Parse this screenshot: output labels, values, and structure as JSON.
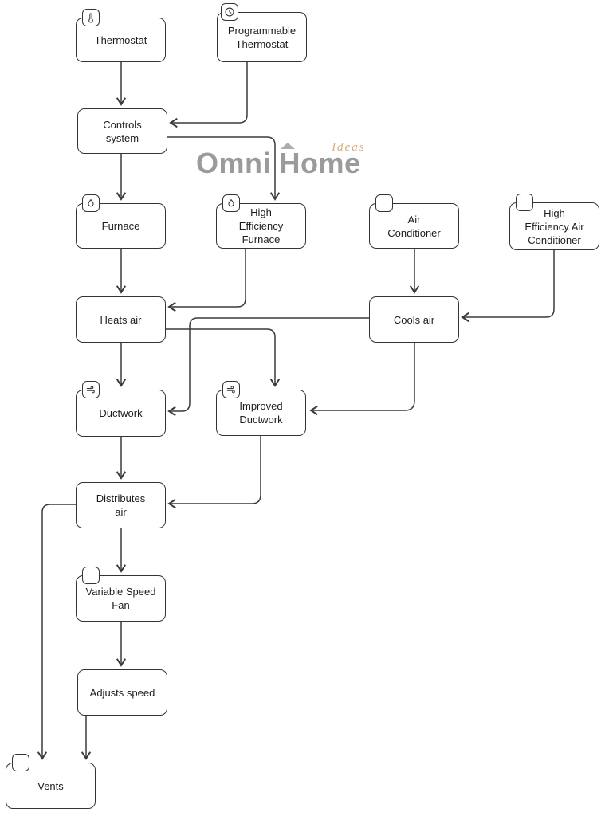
{
  "watermark": {
    "brand_word1": "Omni",
    "brand_word2": "Home",
    "tagline": "Ideas"
  },
  "colors": {
    "background": "#ffffff",
    "node_fill": "#ffffff",
    "node_border": "#343434",
    "edge_line": "#3a3a3a",
    "watermark_brand": "#9b9b9b",
    "watermark_tagline": "#d8ac80"
  },
  "nodes": [
    {
      "id": "thermostat",
      "label": "Thermostat",
      "icon": "thermometer-icon"
    },
    {
      "id": "programmable-thermostat",
      "label": "Programmable\nThermostat",
      "icon": "clock-icon"
    },
    {
      "id": "controls-system",
      "label": "Controls\nsystem",
      "icon": null
    },
    {
      "id": "furnace",
      "label": "Furnace",
      "icon": "flame-icon"
    },
    {
      "id": "high-efficiency-furnace",
      "label": "High\nEfficiency\nFurnace",
      "icon": "flame-icon"
    },
    {
      "id": "air-conditioner",
      "label": "Air\nConditioner",
      "icon": "blank-icon"
    },
    {
      "id": "high-efficiency-air-conditioner",
      "label": "High\nEfficiency Air\nConditioner",
      "icon": "blank-icon"
    },
    {
      "id": "heats-air",
      "label": "Heats air",
      "icon": null
    },
    {
      "id": "cools-air",
      "label": "Cools air",
      "icon": null
    },
    {
      "id": "ductwork",
      "label": "Ductwork",
      "icon": "wind-icon"
    },
    {
      "id": "improved-ductwork",
      "label": "Improved\nDuctwork",
      "icon": "wind-icon"
    },
    {
      "id": "distributes-air",
      "label": "Distributes\nair",
      "icon": null
    },
    {
      "id": "variable-speed-fan",
      "label": "Variable Speed\nFan",
      "icon": "blank-icon"
    },
    {
      "id": "adjusts-speed",
      "label": "Adjusts speed",
      "icon": null
    },
    {
      "id": "vents",
      "label": "Vents",
      "icon": "blank-icon"
    }
  ],
  "edges": [
    {
      "from": "thermostat",
      "to": "controls-system"
    },
    {
      "from": "programmable-thermostat",
      "to": "controls-system"
    },
    {
      "from": "controls-system",
      "to": "furnace"
    },
    {
      "from": "controls-system",
      "to": "high-efficiency-furnace"
    },
    {
      "from": "furnace",
      "to": "heats-air"
    },
    {
      "from": "high-efficiency-furnace",
      "to": "heats-air"
    },
    {
      "from": "air-conditioner",
      "to": "cools-air"
    },
    {
      "from": "high-efficiency-air-conditioner",
      "to": "cools-air"
    },
    {
      "from": "heats-air",
      "to": "ductwork"
    },
    {
      "from": "heats-air",
      "to": "improved-ductwork"
    },
    {
      "from": "cools-air",
      "to": "ductwork"
    },
    {
      "from": "cools-air",
      "to": "improved-ductwork"
    },
    {
      "from": "ductwork",
      "to": "distributes-air"
    },
    {
      "from": "improved-ductwork",
      "to": "distributes-air"
    },
    {
      "from": "distributes-air",
      "to": "variable-speed-fan"
    },
    {
      "from": "distributes-air",
      "to": "vents"
    },
    {
      "from": "variable-speed-fan",
      "to": "adjusts-speed"
    },
    {
      "from": "adjusts-speed",
      "to": "vents"
    }
  ]
}
